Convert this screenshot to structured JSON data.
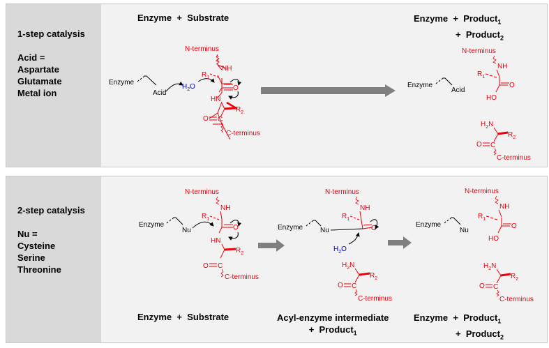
{
  "panel1": {
    "title": "1-step catalysis",
    "side_lines": [
      "Acid =",
      "Aspartate",
      "Glutamate",
      "Metal ion"
    ],
    "left_label": {
      "enzyme": "Enzyme",
      "plus": "+",
      "substrate": "Substrate"
    },
    "right_label": {
      "line1_enzyme": "Enzyme",
      "plus": "+",
      "product": "Product",
      "sub1": "1",
      "sub2": "2"
    }
  },
  "panel2": {
    "title": "2-step catalysis",
    "side_lines": [
      "Nu =",
      "Cysteine",
      "Serine",
      "Threonine"
    ],
    "left_label": {
      "enzyme": "Enzyme",
      "plus": "+",
      "substrate": "Substrate"
    },
    "mid_label": {
      "line1": "Acyl-enzyme intermediate",
      "plus": "+",
      "product": "Product",
      "sub1": "1"
    },
    "right_label": {
      "line1_enzyme": "Enzyme",
      "plus": "+",
      "product": "Product",
      "sub1": "1",
      "sub2": "2"
    }
  },
  "chem": {
    "enzyme": "Enzyme",
    "acid": "Acid",
    "nu": "Nu",
    "water": "H",
    "water_sub": "2",
    "water_o": "O",
    "n_terminus": "N-terminus",
    "c_terminus": "C-terminus",
    "nh": "NH",
    "hn": "HN",
    "h2n_h": "H",
    "h2n_sub": "2",
    "h2n_n": "N",
    "r": "R",
    "r1_sub": "1",
    "r2_sub": "2",
    "o": "O",
    "c": "C",
    "ho": "HO"
  },
  "colors": {
    "molecule": "#e8000b",
    "water": "#0000cc",
    "arrow": "#7f7f7f",
    "panel_bg": "#f2f2f2",
    "side_bg": "#d9d9d9"
  }
}
